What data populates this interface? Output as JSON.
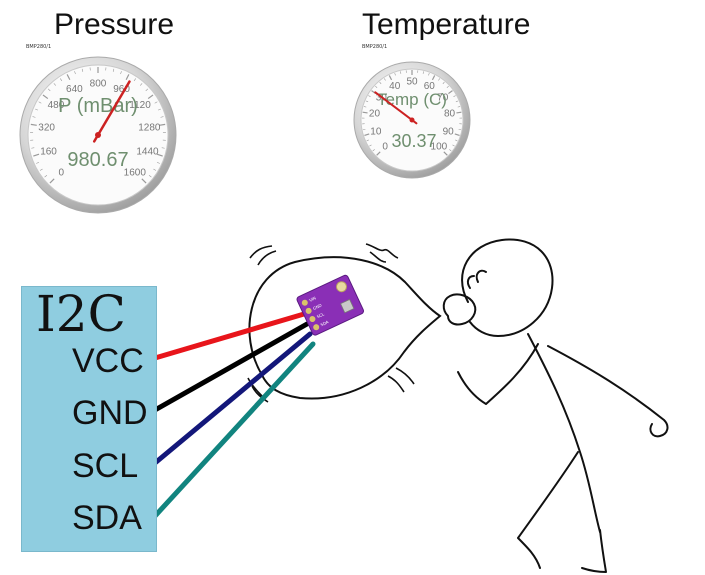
{
  "gauges": {
    "pressure": {
      "title": "Pressure",
      "source": "BMP280/1",
      "label": "P (mBar)",
      "value": "980.67",
      "min": 0,
      "max": 1600,
      "reading": 980.67,
      "ticks": [
        "0",
        "160",
        "320",
        "480",
        "640",
        "800",
        "960",
        "1120",
        "1280",
        "1440",
        "1600"
      ],
      "needle_color": "#cc2222"
    },
    "temperature": {
      "title": "Temperature",
      "source": "BMP280/1",
      "label": "Temp (C)",
      "value": "30.37",
      "min": 0,
      "max": 100,
      "reading": 30.37,
      "ticks": [
        "0",
        "10",
        "20",
        "30",
        "40",
        "50",
        "60",
        "70",
        "80",
        "90",
        "100"
      ],
      "needle_color": "#cc2222"
    }
  },
  "i2c": {
    "title": "I2C",
    "pins": [
      "VCC",
      "GND",
      "SCL",
      "SDA"
    ],
    "panel_color": "#8fcde0",
    "wire_colors": [
      "#e8151b",
      "#000000",
      "#13177a",
      "#11847f"
    ]
  },
  "sensor": {
    "color": "#8a2fb6",
    "pins": [
      "VIN",
      "GND",
      "SCL",
      "SDA"
    ]
  }
}
